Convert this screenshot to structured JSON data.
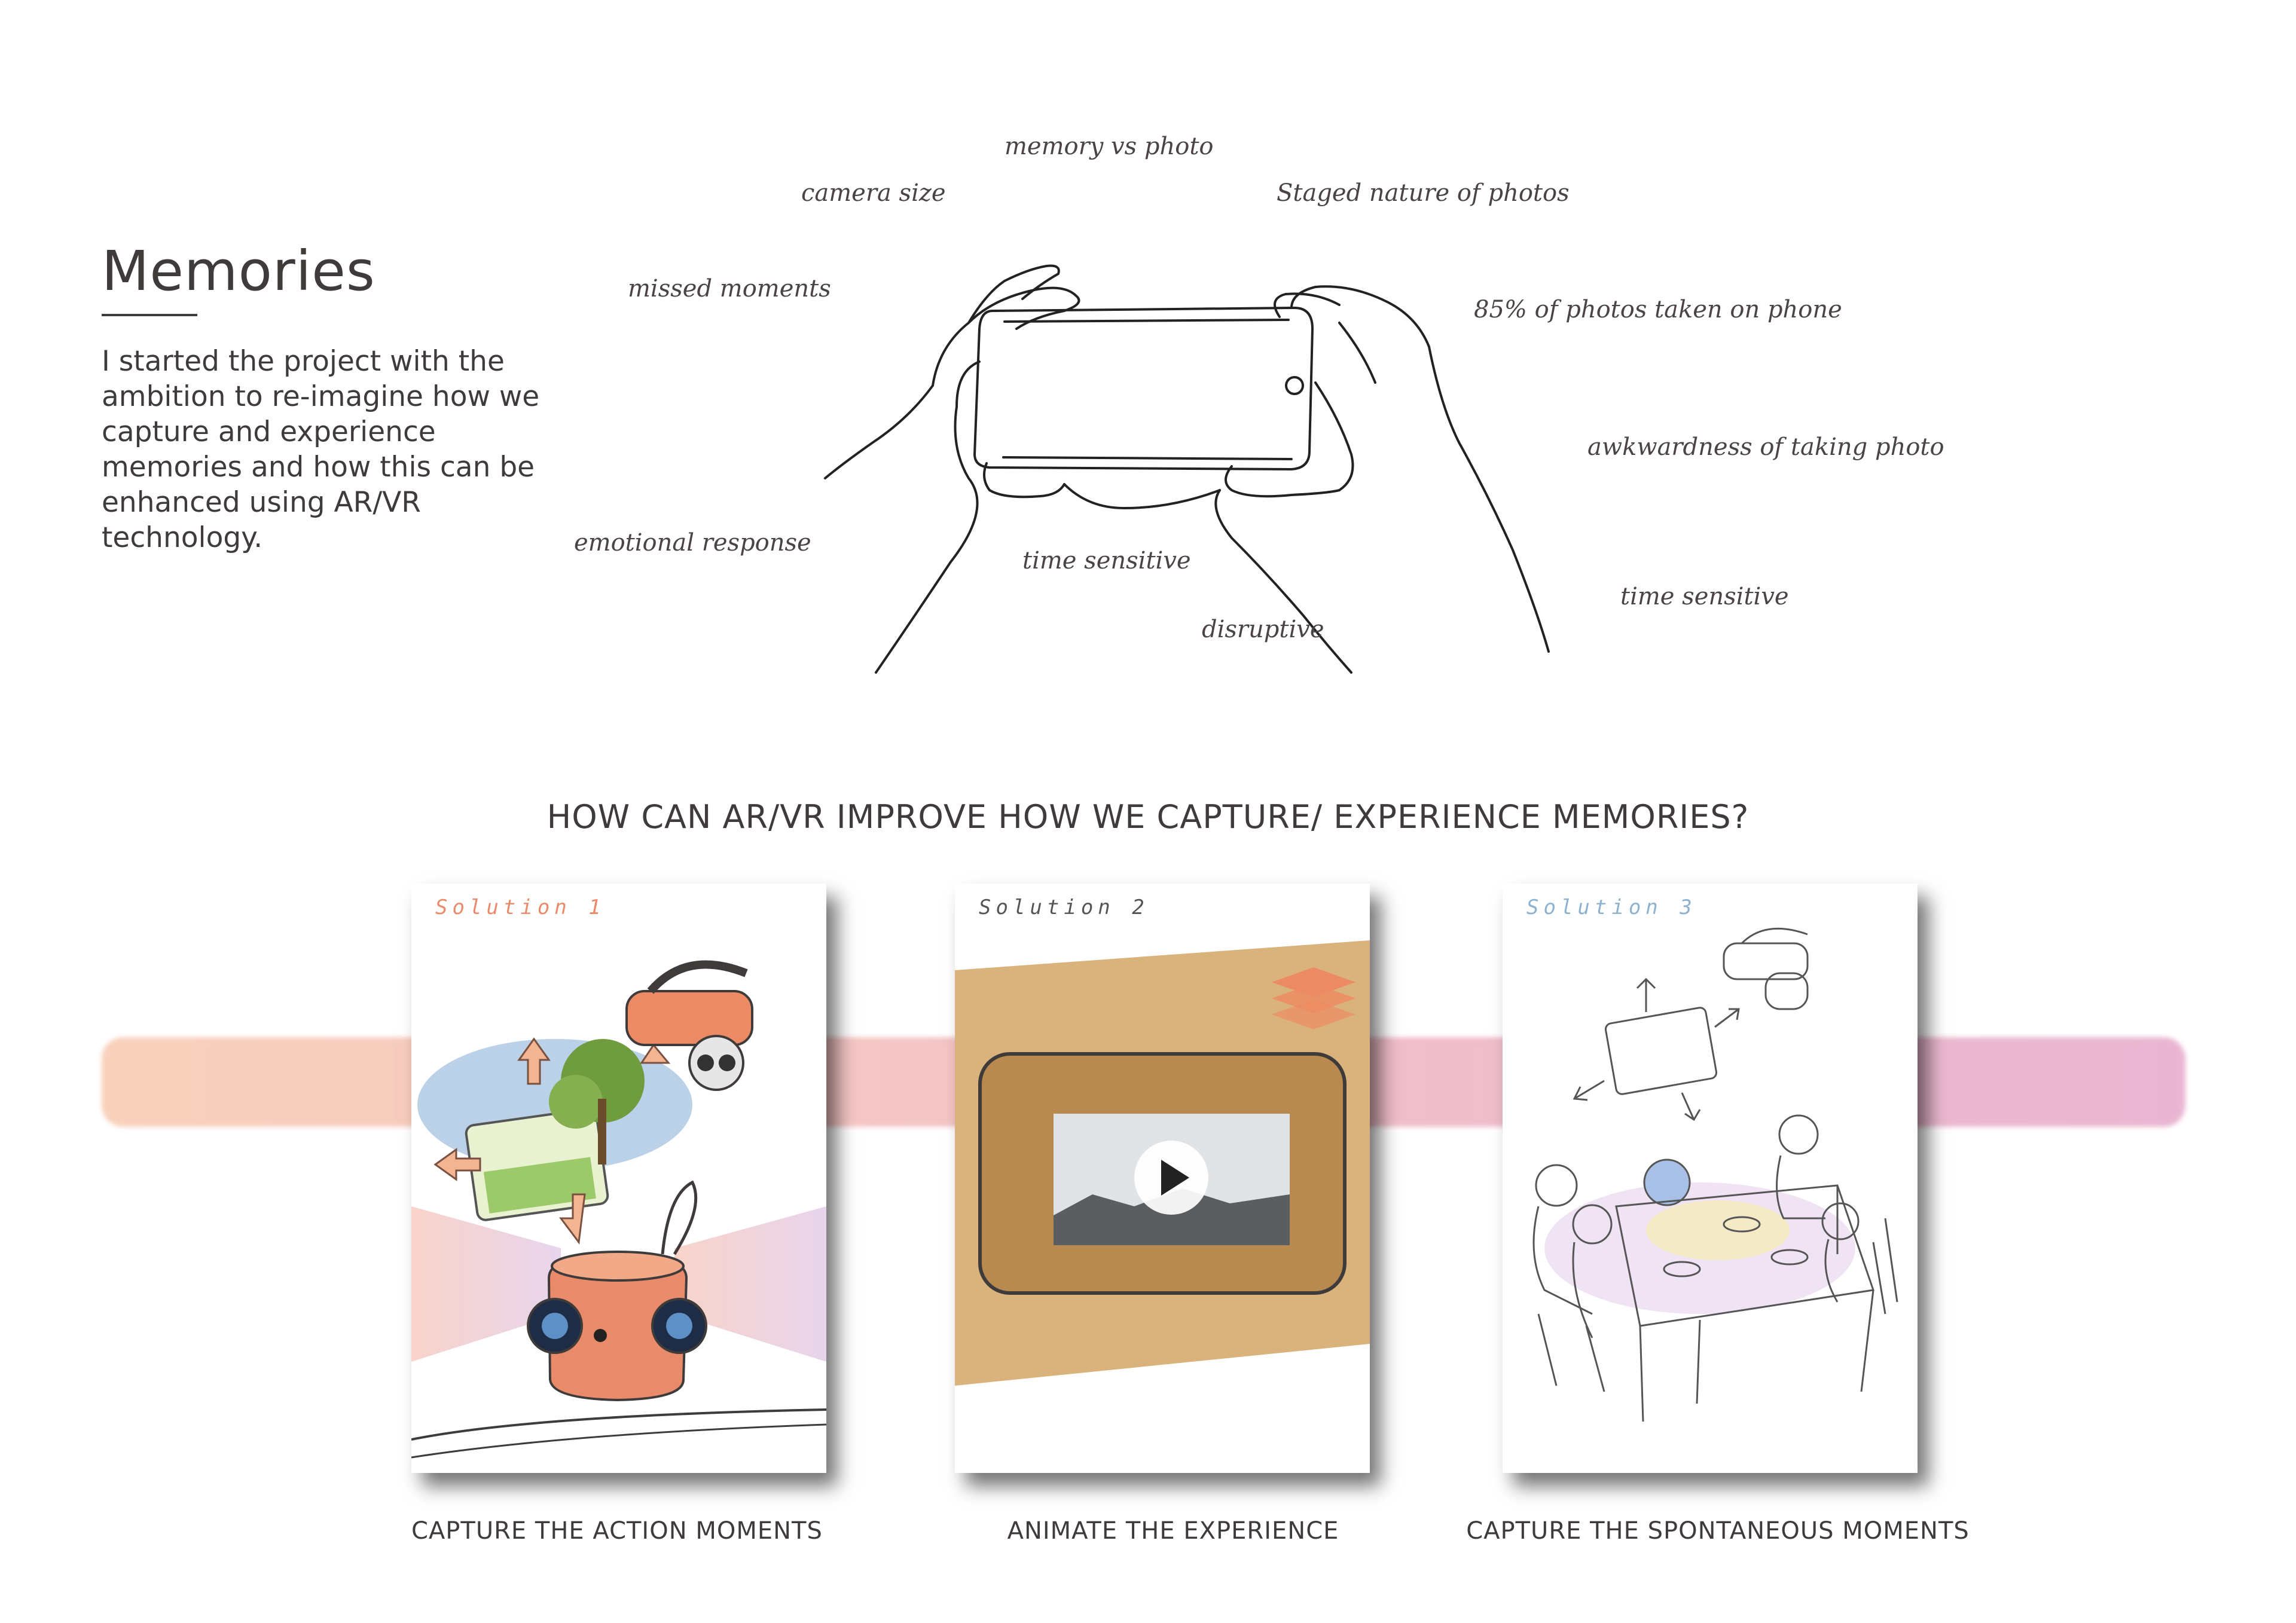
{
  "intro": {
    "title": "Memories",
    "body": "I started the project with the ambition to re-imagine how we capture and experience memories and how this can be enhanced using AR/VR technology."
  },
  "notes": {
    "memory_vs_photo": "memory vs photo",
    "camera_size": "camera size",
    "staged": "Staged nature of photos",
    "missed": "missed moments",
    "pct_phone": "85% of photos taken on phone",
    "awkward": "awkwardness of taking photo",
    "emotional": "emotional response",
    "time_sensitive_1": "time sensitive",
    "time_sensitive_2": "time sensitive",
    "disruptive": "disruptive"
  },
  "question": "HOW CAN AR/VR IMPROVE HOW WE CAPTURE/ EXPERIENCE MEMORIES?",
  "solutions": [
    {
      "label": "Solution 1",
      "caption": "CAPTURE THE ACTION MOMENTS"
    },
    {
      "label": "Solution 2",
      "caption": "ANIMATE THE EXPERIENCE"
    },
    {
      "label": "Solution 3",
      "caption": "CAPTURE THE SPONTANEOUS MOMENTS"
    }
  ],
  "colors": {
    "accent_orange": "#e98a6a",
    "accent_blue": "#8cb2cf",
    "band_start": "#f8ccb4",
    "band_end": "#e7aecd",
    "wood": "#d9b27c"
  }
}
